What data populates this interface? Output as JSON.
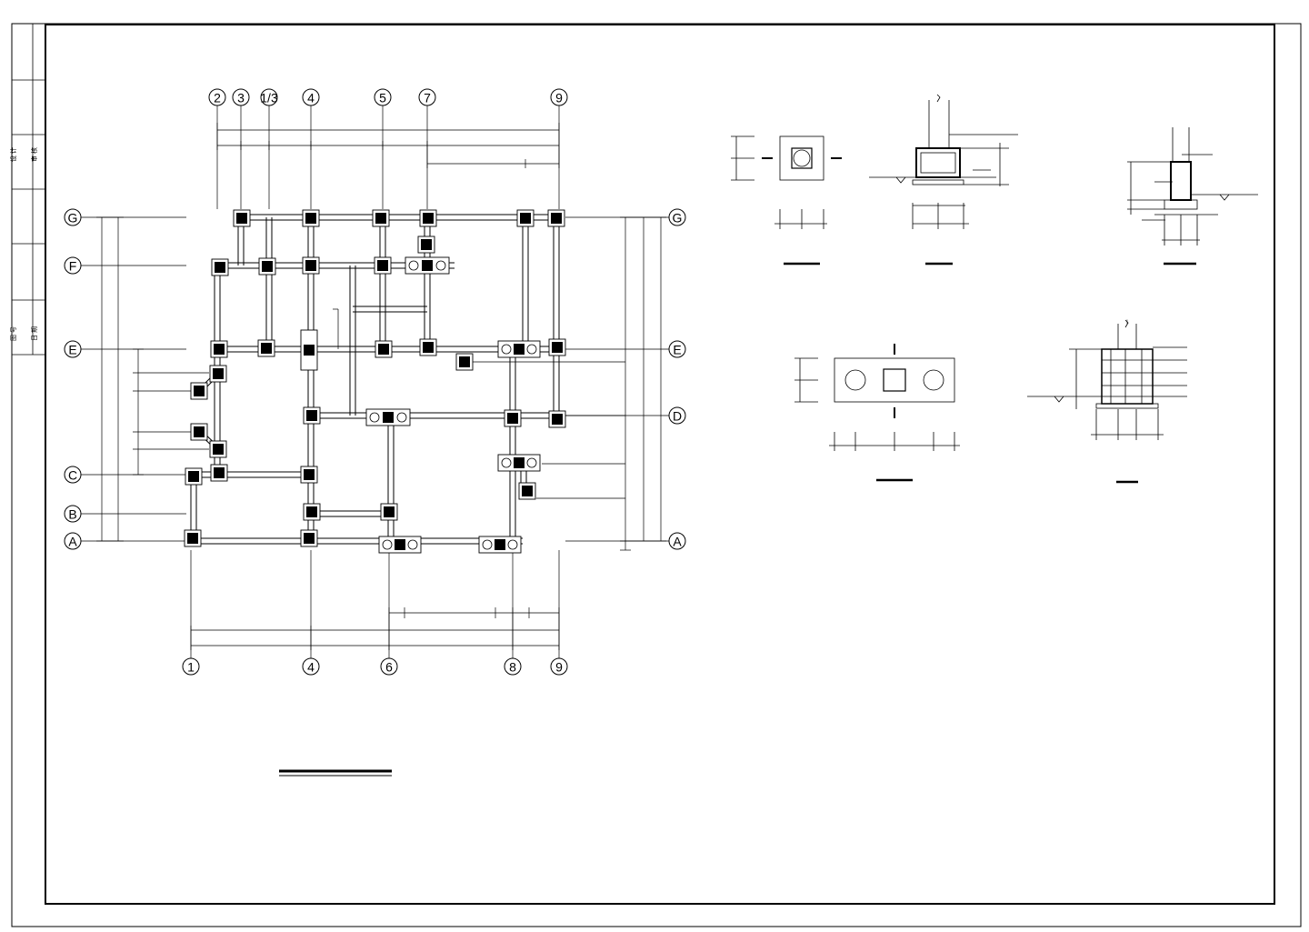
{
  "drawing": {
    "title_block": {
      "rows": [
        {
          "cells": [
            "",
            ""
          ]
        },
        {
          "cells": [
            "",
            ""
          ]
        },
        {
          "cells": [
            "设 计",
            "审 核"
          ]
        },
        {
          "cells": [
            "",
            ""
          ]
        },
        {
          "cells": [
            "",
            ""
          ]
        },
        {
          "cells": [
            "图 号",
            "日 期"
          ]
        }
      ]
    },
    "axes": {
      "top": [
        "2",
        "3",
        "1/3",
        "4",
        "5",
        "7",
        "9"
      ],
      "bottom": [
        "1",
        "4",
        "6",
        "8",
        "9"
      ],
      "left": [
        "G",
        "F",
        "E",
        "C",
        "B",
        "A"
      ],
      "right": [
        "G",
        "E",
        "D",
        "A"
      ]
    },
    "detail_sections": {
      "mark": "I"
    }
  }
}
